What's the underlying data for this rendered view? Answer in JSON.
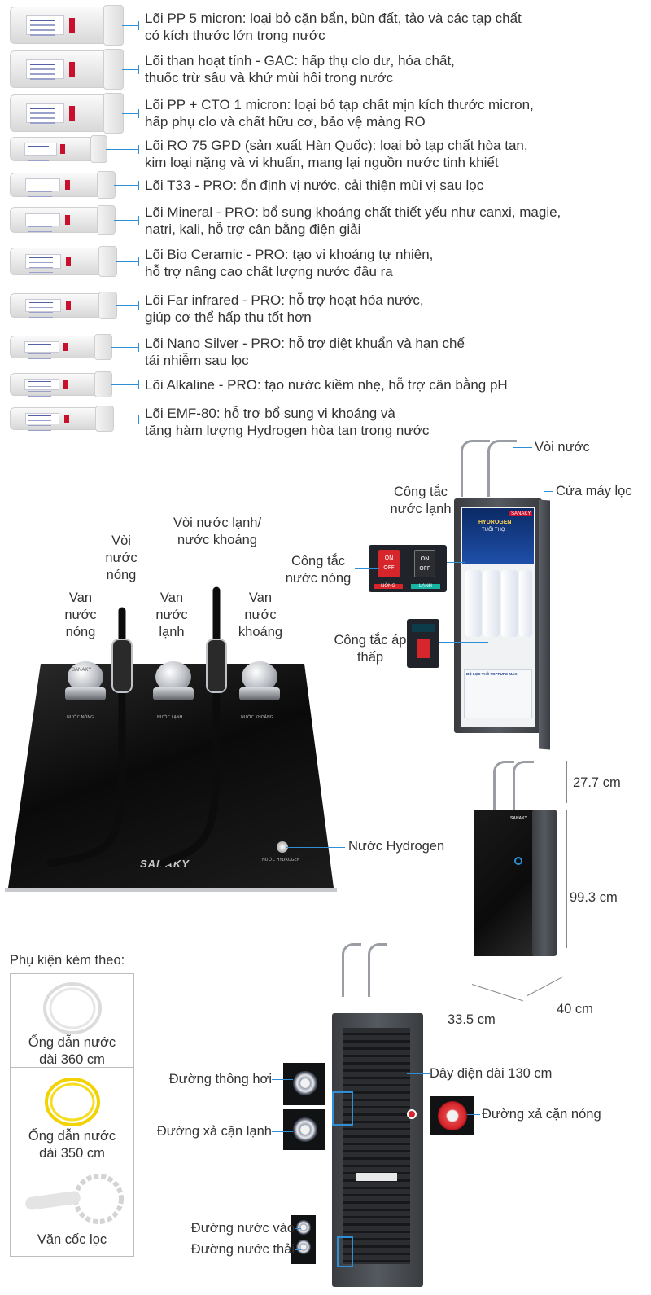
{
  "filters": [
    {
      "text_line1": "Lõi PP 5 micron: loại bỏ cặn bẩn, bùn đất, tảo và các tạp chất",
      "text_line2": "có kích thước lớn trong nước"
    },
    {
      "text_line1": "Lõi than hoạt tính - GAC: hấp thụ clo dư, hóa chất,",
      "text_line2": "thuốc trừ sâu và khử mùi hôi trong nước"
    },
    {
      "text_line1": "Lõi PP + CTO 1 micron: loại bỏ tạp chất mịn kích thước micron,",
      "text_line2": "hấp phụ clo và chất hữu cơ, bảo vệ màng RO"
    },
    {
      "text_line1": "Lõi RO 75 GPD (sản xuất Hàn Quốc): loại bỏ tạp chất hòa tan,",
      "text_line2": "kim loại nặng và vi khuẩn, mang lại nguồn nước tinh khiết"
    },
    {
      "text_line1": "Lõi T33 - PRO: ổn định vị nước, cải thiện mùi vị sau lọc",
      "text_line2": ""
    },
    {
      "text_line1": "Lõi Mineral - PRO: bổ sung khoáng chất thiết yếu như canxi, magie,",
      "text_line2": "natri, kali, hỗ trợ cân bằng điện giải"
    },
    {
      "text_line1": "Lõi Bio Ceramic - PRO: tạo vi khoáng tự nhiên,",
      "text_line2": "hỗ trợ nâng cao chất lượng nước đầu ra"
    },
    {
      "text_line1": "Lõi Far infrared - PRO: hỗ trợ hoạt hóa nước,",
      "text_line2": "giúp cơ thể hấp thụ tốt hơn"
    },
    {
      "text_line1": "Lõi Nano Silver - PRO: hỗ trợ diệt khuẩn và hạn chế",
      "text_line2": "tái nhiễm sau lọc"
    },
    {
      "text_line1": "Lõi Alkaline - PRO: tạo nước kiềm nhẹ, hỗ trợ cân bằng pH",
      "text_line2": ""
    },
    {
      "text_line1": "Lõi EMF-80: hỗ trợ bổ sung vi khoáng và",
      "text_line2": "tăng hàm lượng Hydrogen hòa tan trong nước"
    }
  ],
  "top_panel": {
    "voi_nuoc_nong": "Vòi nước nóng",
    "voi_nuoc_lanh_khoang": "Vòi nước lạnh/ nước khoáng",
    "van_nuoc_nong": "Van nước nóng",
    "van_nuoc_lanh": "Van nước lạnh",
    "van_nuoc_khoang": "Van nước khoáng",
    "nuoc_hydrogen": "Nước Hydrogen",
    "brand": "SANAKY",
    "knob_brand": "SANAKY",
    "label_nong": "NƯỚC NÓNG",
    "label_lanh": "NƯỚC LẠNH",
    "label_khoang": "NƯỚC KHOÁNG",
    "label_hydrogen": "NƯỚC HYDROGEN"
  },
  "side_view": {
    "voi_nuoc": "Vòi nước",
    "cua_may_loc": "Cửa máy lọc",
    "cong_tac_nuoc_lanh": "Công tắc nước lạnh",
    "cong_tac_nuoc_nong": "Công tắc nước nóng",
    "cong_tac_ap_thap": "Công tắc áp thấp",
    "switch_on": "ON",
    "switch_off": "OFF",
    "switch_nong": "NÓNG",
    "switch_lanh": "LẠNH",
    "poster_brand": "SANAKY",
    "poster_title": "HYDROGEN",
    "poster_sub": "TUỔI THỌ",
    "kit_label": "BỘ LỌC THÔ TOPPURE MAX"
  },
  "dimensions": {
    "top": "27.7 cm",
    "height": "99.3 cm",
    "depth": "40 cm",
    "width": "33.5 cm",
    "brand": "SANAKY"
  },
  "accessories": {
    "title": "Phụ kiện kèm theo:",
    "items": [
      {
        "line1": "Ống dẫn nước",
        "line2": "dài 360 cm"
      },
      {
        "line1": "Ống dẫn nước",
        "line2": "dài 350 cm"
      },
      {
        "line1": "Vặn cốc lọc",
        "line2": ""
      }
    ]
  },
  "back_view": {
    "duong_thong_hoi": "Đường thông hơi",
    "duong_xa_can_lanh": "Đường xả cặn lạnh",
    "day_dien": "Dây điện dài 130 cm",
    "duong_xa_can_nong": "Đường xả cặn nóng",
    "duong_nuoc_vao": "Đường nước vào",
    "duong_nuoc_thai": "Đường nước thải"
  },
  "colors": {
    "accent_line": "#2f8fd6",
    "hot_red": "#d7262b",
    "cold_teal": "#17b3a3",
    "cabinet": "#4a4d52"
  }
}
